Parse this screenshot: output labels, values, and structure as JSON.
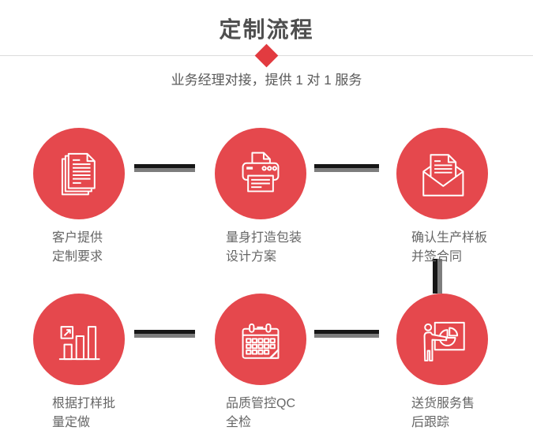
{
  "title": "定制流程",
  "subtitle": "业务经理对接，提供 1 对 1 服务",
  "colors": {
    "accent_red": "#e5484d",
    "diamond_red": "#e23b40",
    "title_gray": "#4f4f4f",
    "label_gray": "#666666",
    "connector_dark": "#161616",
    "connector_gray": "#7d7d7d",
    "divider_gray": "#dcdcdc",
    "background": "#ffffff"
  },
  "steps": [
    {
      "icon": "documents-icon",
      "label_line1": "客户提供",
      "label_line2": "定制要求"
    },
    {
      "icon": "printer-icon",
      "label_line1": "量身打造包装",
      "label_line2": "设计方案"
    },
    {
      "icon": "envelope-icon",
      "label_line1": "确认生产样板",
      "label_line2": "并签合同"
    },
    {
      "icon": "bar-chart-icon",
      "label_line1": "根据打样批",
      "label_line2": "量定做"
    },
    {
      "icon": "calendar-icon",
      "label_line1": "品质管控QC",
      "label_line2": "全检"
    },
    {
      "icon": "presentation-icon",
      "label_line1": "送货服务售",
      "label_line2": "后跟踪"
    }
  ]
}
